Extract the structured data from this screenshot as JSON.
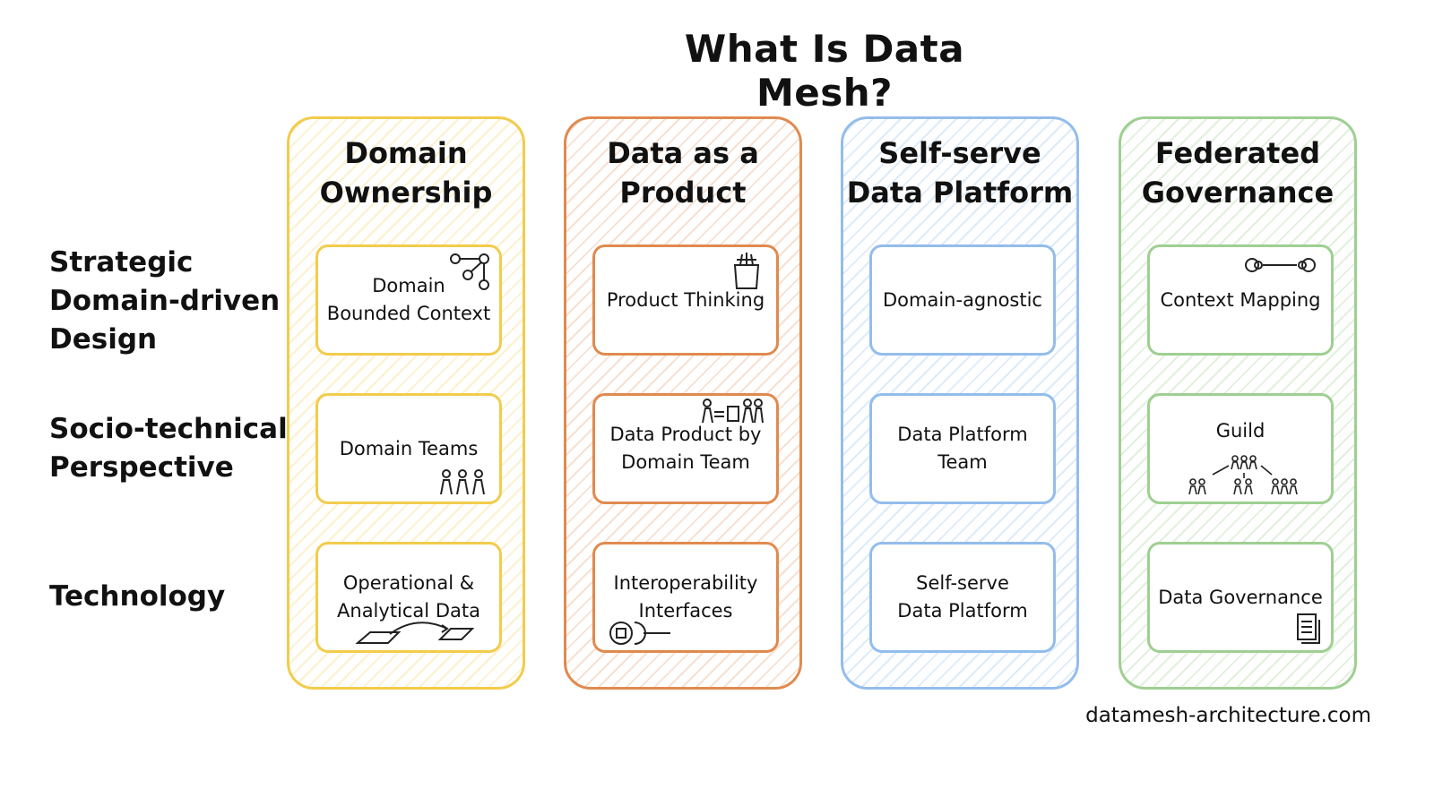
{
  "title": "What Is Data Mesh?",
  "rows": [
    "Strategic\nDomain-driven\nDesign",
    "Socio-technical\nPerspective",
    "Technology"
  ],
  "columns": [
    {
      "header": "Domain\nOwnership",
      "color": "#f2cc4c",
      "cards": [
        "Domain\nBounded Context",
        "Domain Teams",
        "Operational &\nAnalytical Data"
      ],
      "icons": [
        "graph-icon",
        "team-icon",
        "data-transfer-icon"
      ]
    },
    {
      "header": "Data as a\nProduct",
      "color": "#e08a4f",
      "cards": [
        "Product Thinking",
        "Data Product by\nDomain Team",
        "Interoperability\nInterfaces"
      ],
      "icons": [
        "product-box-icon",
        "people-with-product-icon",
        "interface-plug-icon"
      ]
    },
    {
      "header": "Self-serve\nData Platform",
      "color": "#93bdeb",
      "cards": [
        "Domain-agnostic",
        "Data Platform\nTeam",
        "Self-serve\nData Platform"
      ],
      "icons": []
    },
    {
      "header": "Federated\nGovernance",
      "color": "#9fcf92",
      "cards": [
        "Context Mapping",
        "Guild",
        "Data Governance"
      ],
      "icons": [
        "context-link-icon",
        "guild-network-icon",
        "document-stack-icon"
      ]
    }
  ],
  "footer": "datamesh-architecture.com"
}
